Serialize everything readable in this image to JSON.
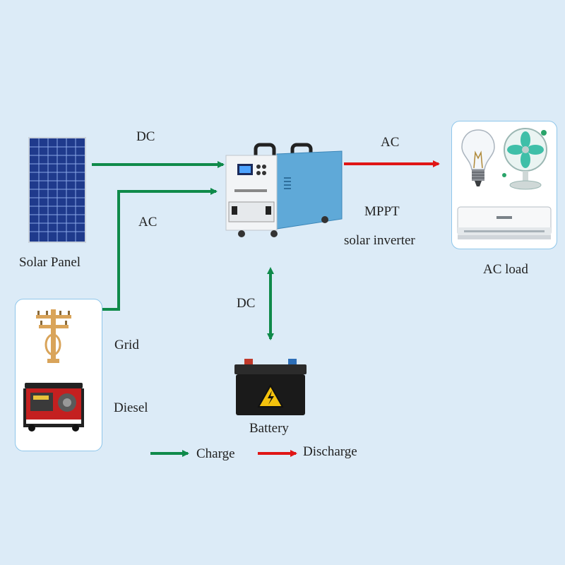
{
  "labels": {
    "solar_panel": "Solar Panel",
    "dc_top": "DC",
    "ac_grid_line": "AC",
    "ac_load_line": "AC",
    "mppt": "MPPT",
    "solar_inverter": "solar inverter",
    "ac_load": "AC load",
    "grid": "Grid",
    "diesel": "Diesel",
    "dc_battery": "DC",
    "battery": "Battery"
  },
  "legend": {
    "charge": "Charge",
    "discharge": "Discharge"
  },
  "colors": {
    "charge": "#0f8a4a",
    "discharge": "#e01616",
    "background": "#dcebf7",
    "box_border": "#8fc6ea"
  },
  "icons": [
    "solar-panel-icon",
    "inverter-icon",
    "light-bulb-icon",
    "fan-icon",
    "air-conditioner-icon",
    "utility-pole-icon",
    "generator-icon",
    "battery-icon"
  ]
}
